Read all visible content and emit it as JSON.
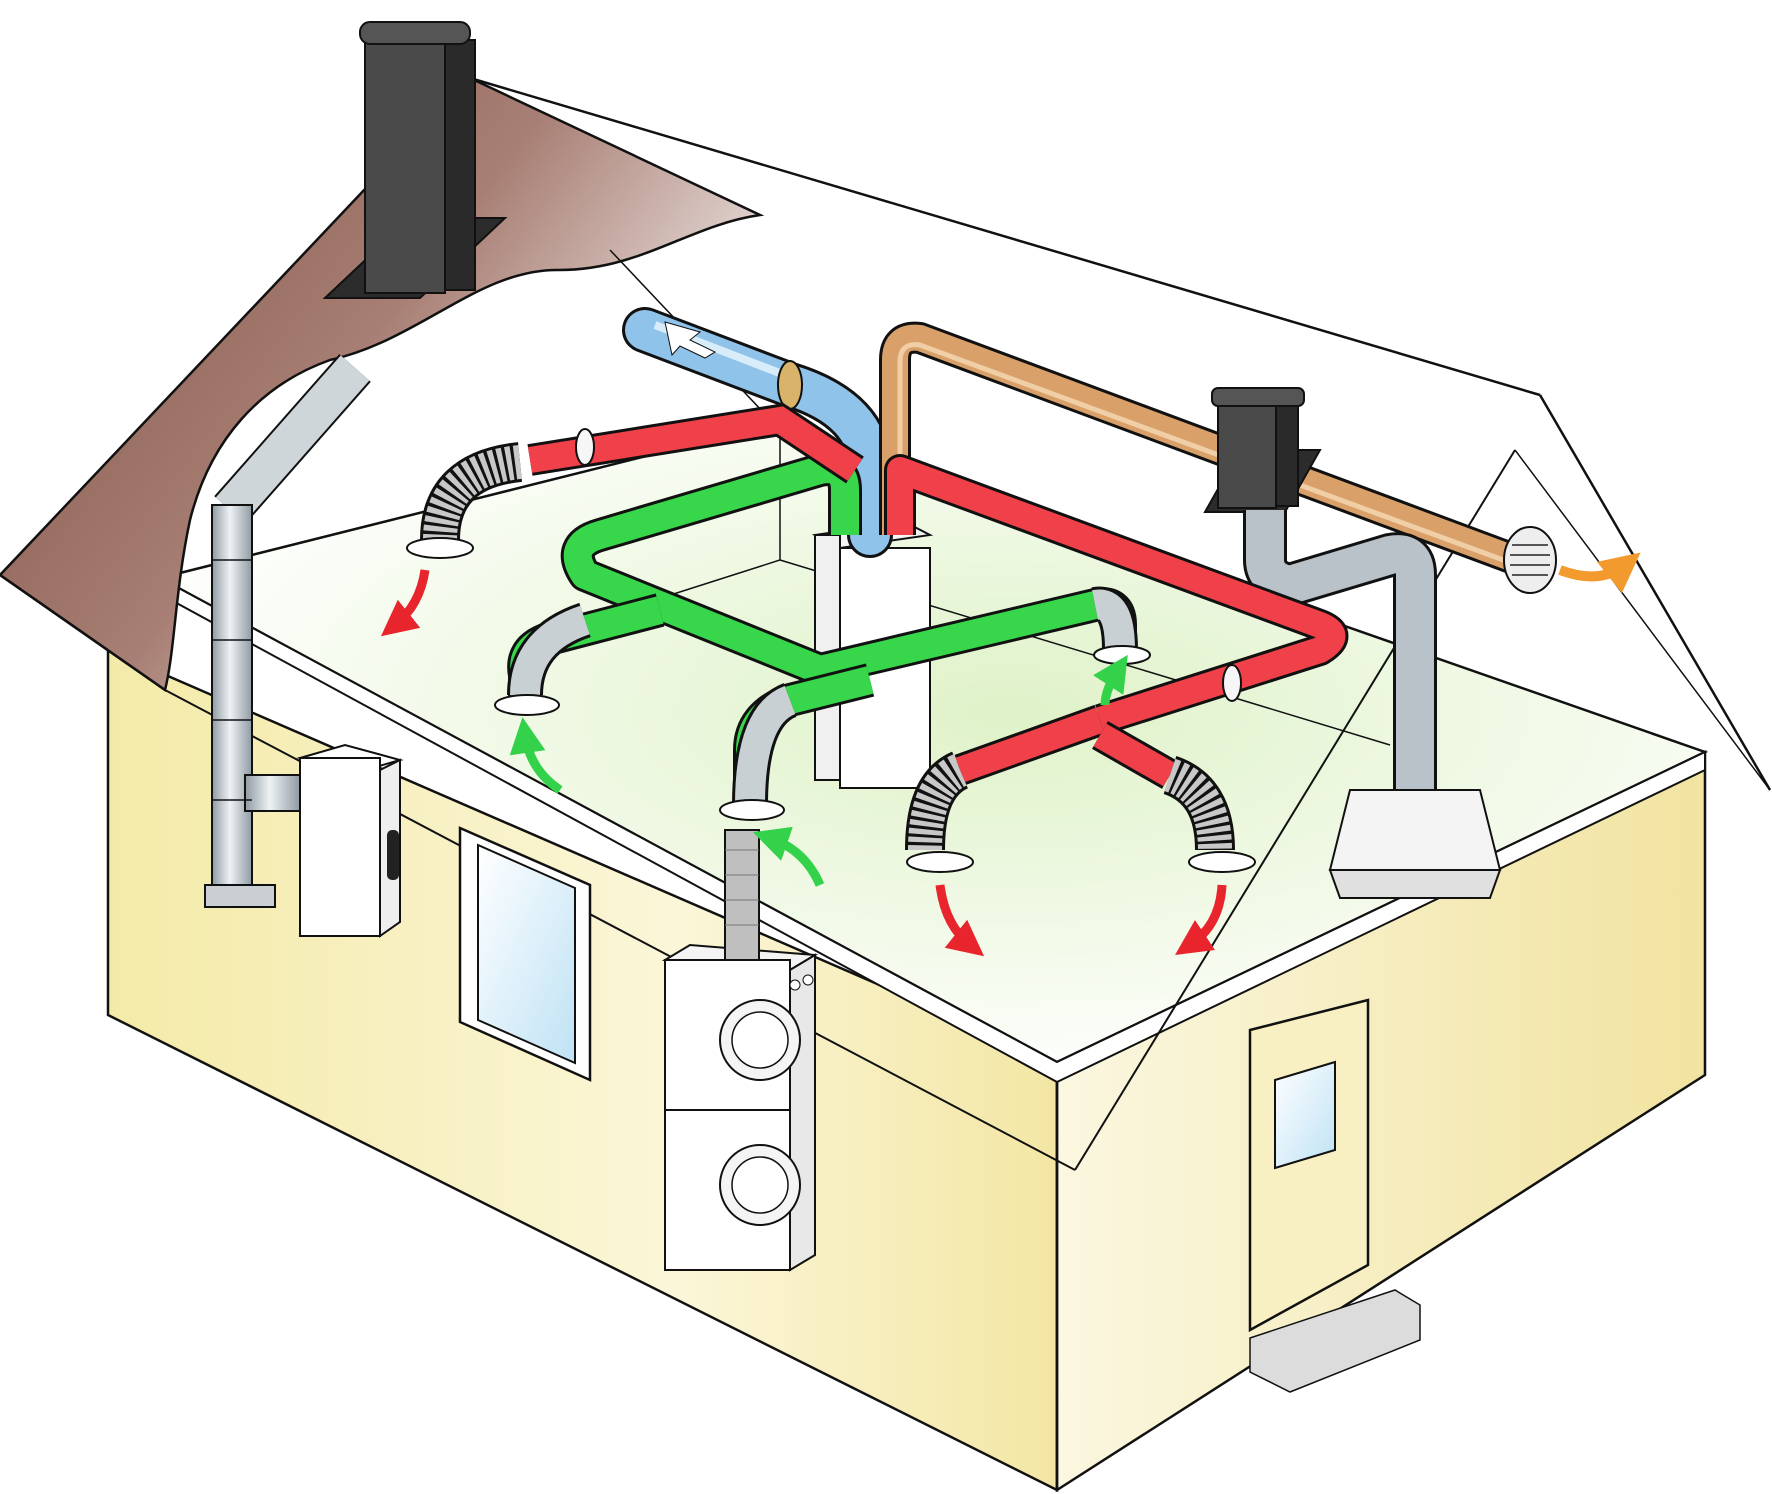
{
  "diagram": {
    "kind": "house ventilation system cutaway",
    "labels": [],
    "colors": {
      "outline": "#111111",
      "roof": "#8a5a4c",
      "wall": "#f6eeb6",
      "ceiling_tint": "#dff2c8",
      "fresh_air_intake": "#8fc3ea",
      "exhaust": "#d9a06a",
      "supply": "#f0414a",
      "return": "#38d64a",
      "metal_duct": "#b9c2c8",
      "flex_duct": "#c8c8c8",
      "chimney": "#3a3a3a",
      "arrow_orange": "#f29a2e",
      "glass": "#cfe9f7",
      "door": "#f8f0c2"
    },
    "icons": [
      "chimney-icon",
      "fresh-air-intake-duct",
      "exhaust-duct",
      "supply-duct-network",
      "return-duct-network",
      "ventilation-unit",
      "furnace-cabinet",
      "stacked-washer-dryer",
      "window",
      "door",
      "exterior-vent-grille"
    ]
  }
}
